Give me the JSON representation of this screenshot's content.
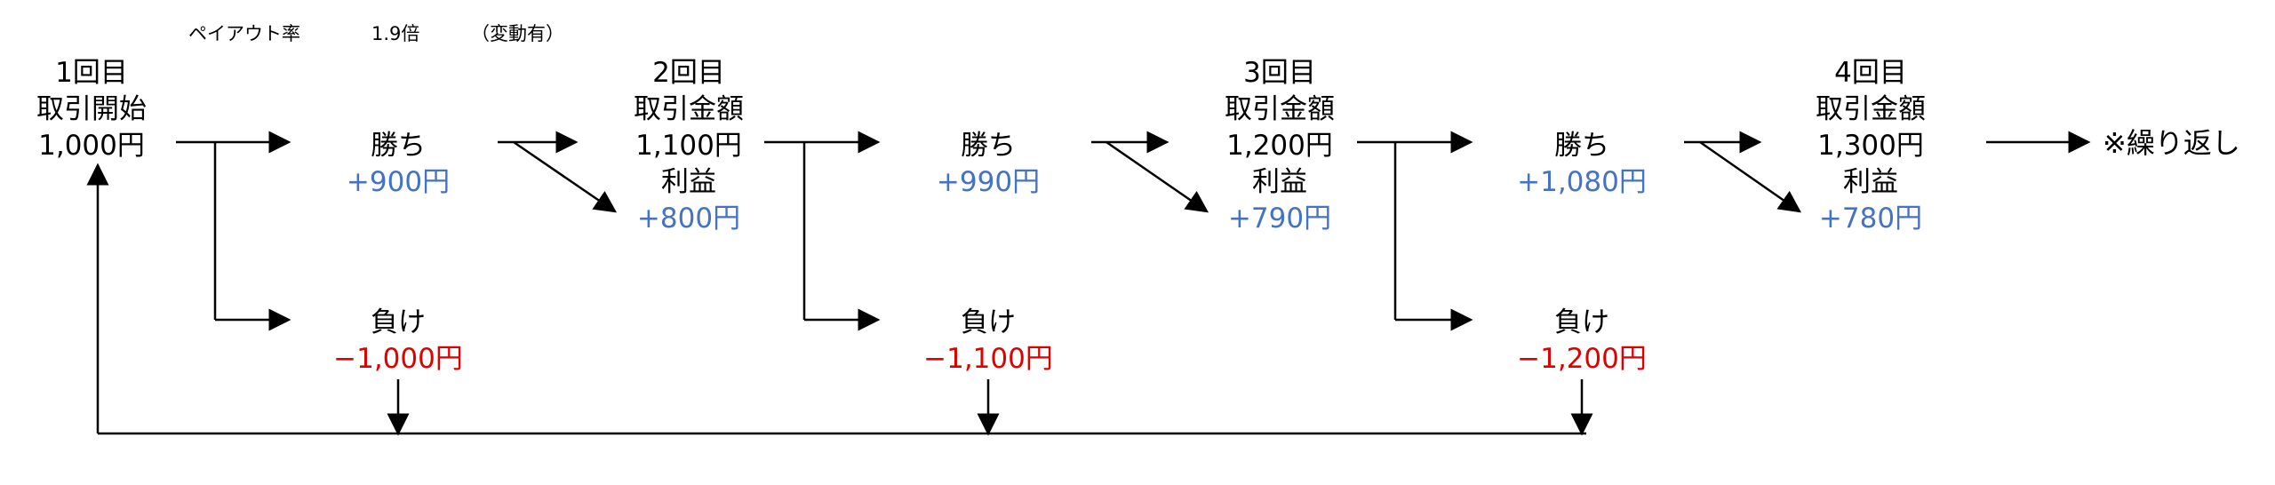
{
  "header": {
    "payout_label": "ペイアウト率",
    "payout_value": "1.9倍",
    "payout_note": "（変動有）"
  },
  "colors": {
    "profit": "#4472c4",
    "loss": "#e00000",
    "line": "#000000"
  },
  "rounds": [
    {
      "title": "1回目",
      "lines": [
        "取引開始",
        "1,000円"
      ],
      "profit": ""
    },
    {
      "title": "2回目",
      "lines": [
        "取引金額",
        "1,100円",
        "利益"
      ],
      "profit": "+800円"
    },
    {
      "title": "3回目",
      "lines": [
        "取引金額",
        "1,200円",
        "利益"
      ],
      "profit": "+790円"
    },
    {
      "title": "4回目",
      "lines": [
        "取引金額",
        "1,300円",
        "利益"
      ],
      "profit": "+780円"
    }
  ],
  "outcomes": [
    {
      "win_label": "勝ち",
      "win_amount": "+900円",
      "lose_label": "負け",
      "lose_amount": "−1,000円"
    },
    {
      "win_label": "勝ち",
      "win_amount": "+990円",
      "lose_label": "負け",
      "lose_amount": "−1,100円"
    },
    {
      "win_label": "勝ち",
      "win_amount": "+1,080円",
      "lose_label": "負け",
      "lose_amount": "−1,200円"
    }
  ],
  "repeat_label": "※繰り返し"
}
